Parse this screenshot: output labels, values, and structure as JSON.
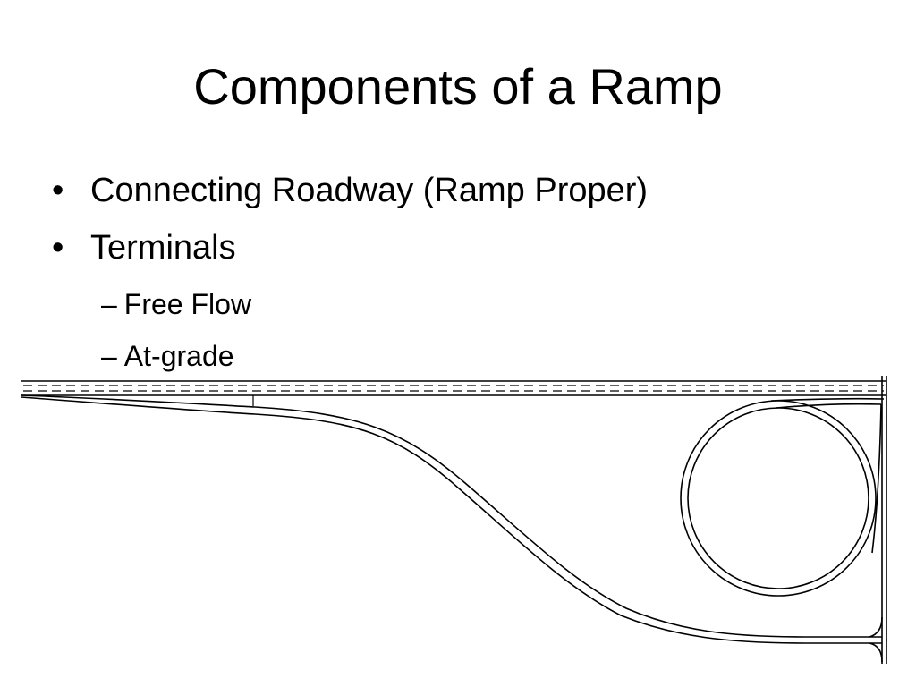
{
  "slide": {
    "title": "Components of a Ramp",
    "bullets": [
      {
        "marker": "•",
        "label": "Connecting Roadway (Ramp Proper)"
      },
      {
        "marker": "•",
        "label": "Terminals"
      }
    ],
    "sub_bullets": [
      {
        "marker": "–",
        "label": "Free Flow"
      },
      {
        "marker": "–",
        "label": "At-grade"
      }
    ]
  },
  "diagram": {
    "line_color": "#000000",
    "background": "#ffffff"
  }
}
